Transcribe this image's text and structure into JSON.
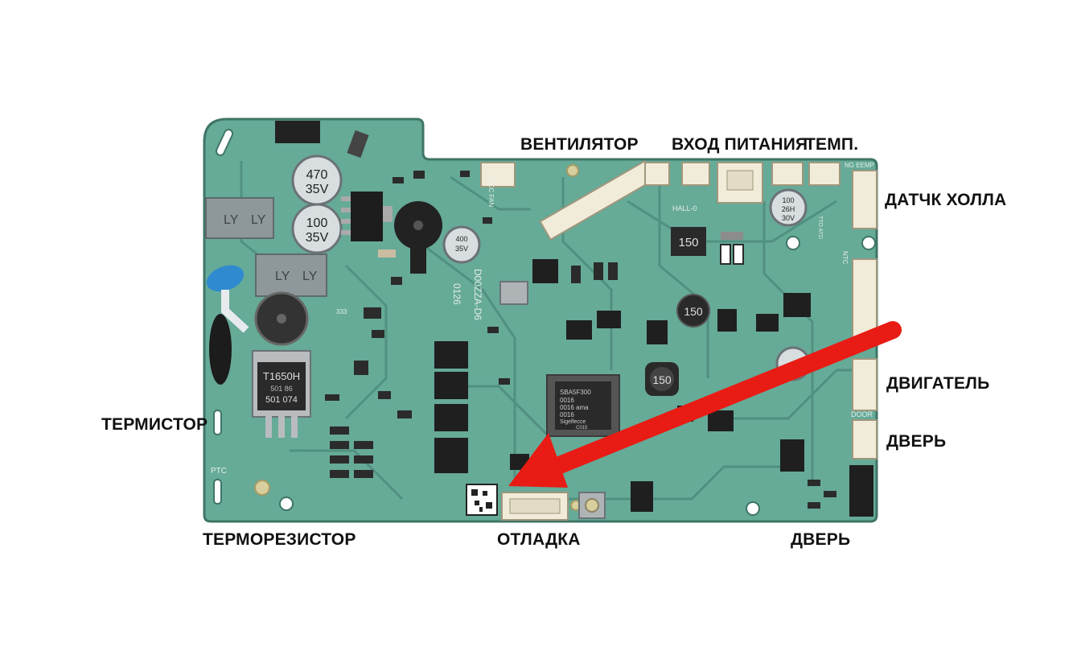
{
  "labels": {
    "fan": "ВЕНТИЛЯТОР",
    "power_in": "ВХОД ПИТАНИЯ",
    "temp": "ТЕМП.",
    "hall_sensor": "ДАТЧК ХОЛЛА",
    "motor": "ДВИГАТЕЛЬ",
    "door_right": "ДВЕРЬ",
    "thermistor": "ТЕРМИСТОР",
    "thermoresistor": "ТЕРМОРЕЗИСТОР",
    "debug": "ОТЛАДКА",
    "door_bottom": "ДВЕРЬ"
  },
  "board": {
    "cap1_value": "470",
    "cap1_voltage": "35V",
    "cap2_value": "100",
    "cap2_voltage": "35V",
    "cap3_value": "400",
    "cap3_voltage": "35V",
    "cap4_value": "100",
    "cap4_code": "26H",
    "cap4_voltage": "30V",
    "transistor_line1": "T1650H",
    "transistor_line2": "501  86",
    "transistor_line3": "501  074",
    "inductor1": "150",
    "inductor2": "150",
    "inductor3": "150",
    "mcu_line1": "SBA5F300",
    "mcu_line2": "0016",
    "mcu_line3": "0016 ama",
    "mcu_line4": "0016",
    "mcu_line5": "Sigelfecce",
    "mcu_line6": "C015",
    "silk_fan": "DCC FAN",
    "silk_hall": "HALL-0",
    "silk_ng": "NG EEMP",
    "silk_ptc": "PTC",
    "silk_door": "DOOR",
    "silk_ntc": "NTC",
    "silk_temp": "TTO ATD",
    "silk_model1": "D00ZZA-D6",
    "silk_model2": "0126",
    "silk_333": "333",
    "relay_text": "LY"
  },
  "colors": {
    "pcb": "#66aa98",
    "pcb_edge": "#3f7567",
    "trace": "#4f8e7e",
    "arrow": "#e81c14",
    "connector": "#f1ebd9"
  }
}
